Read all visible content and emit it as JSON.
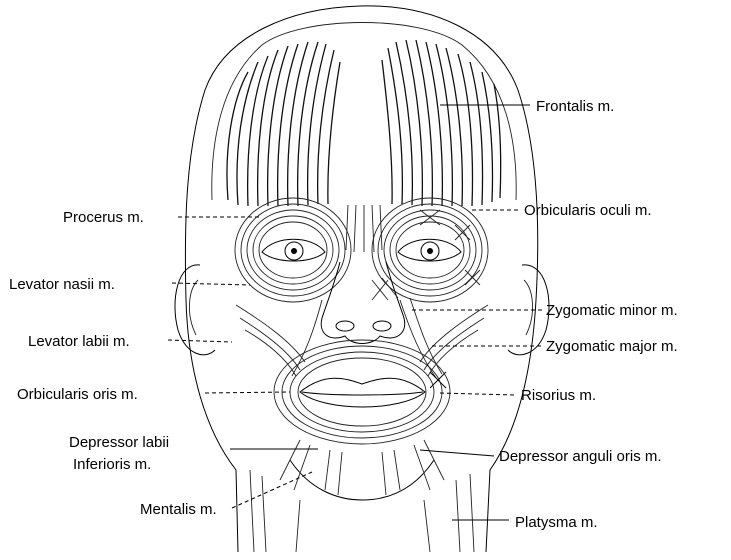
{
  "labels": {
    "frontalis": "Frontalis m.",
    "orbicularis_oculi": "Orbicularis oculi m.",
    "procerus": "Procerus m.",
    "levator_nasii": "Levator nasii m.",
    "zygomatic_minor": "Zygomatic minor m.",
    "levator_labii": "Levator labii m.",
    "zygomatic_major": "Zygomatic major m.",
    "orbicularis_oris": "Orbicularis oris m.",
    "risorius": "Risorius m.",
    "depressor_labii_line1": "Depressor labii",
    "depressor_labii_line2": "Inferioris m.",
    "depressor_anguli": "Depressor anguli oris m.",
    "mentalis": "Mentalis m.",
    "platysma": "Platysma m."
  }
}
